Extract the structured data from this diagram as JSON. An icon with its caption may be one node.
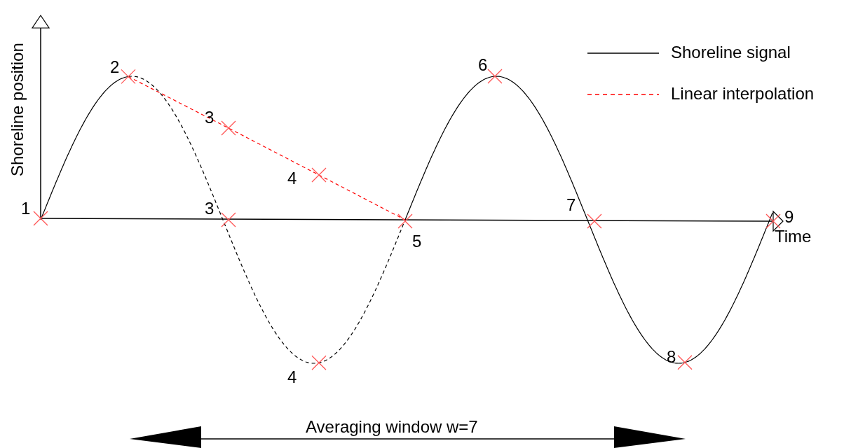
{
  "diagram": {
    "labels": [
      "Shoreline position",
      "2",
      "6",
      "3",
      "4",
      "1",
      "3",
      "7",
      "9",
      "Time",
      "5",
      "8",
      "4",
      "Averaging window w=7"
    ],
    "legend": [
      {
        "text": "Shoreline signal"
      },
      {
        "text": "Linear interpolation"
      }
    ]
  }
}
